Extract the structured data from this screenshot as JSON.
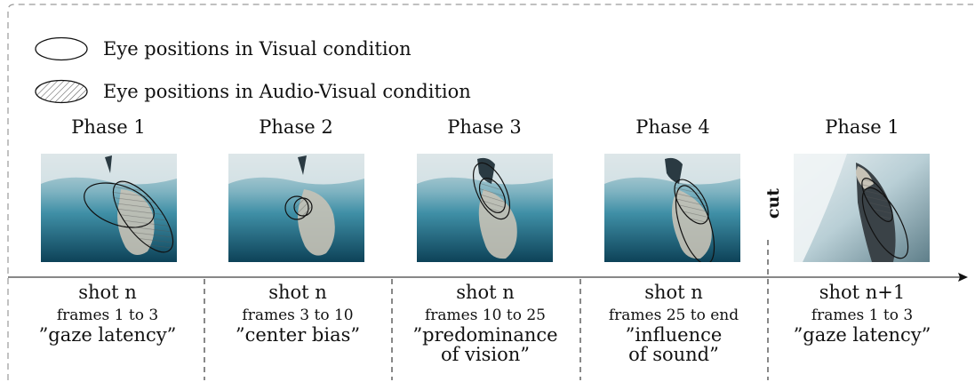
{
  "legend": {
    "visual_label": "Eye positions in Visual condition",
    "audio_visual_label": "Eye positions in Audio-Visual condition"
  },
  "cut_label": "cut",
  "frames": [
    {
      "phase": "Phase 1",
      "shot": "shot n",
      "frames": "frames 1 to 3",
      "desc_lines": [
        "”gaze latency”"
      ]
    },
    {
      "phase": "Phase 2",
      "shot": "shot n",
      "frames": "frames 3 to 10",
      "desc_lines": [
        "”center bias”"
      ]
    },
    {
      "phase": "Phase 3",
      "shot": "shot n",
      "frames": "frames 10 to 25",
      "desc_lines": [
        "”predominance",
        "of vision”"
      ]
    },
    {
      "phase": "Phase 4",
      "shot": "shot n",
      "frames": "frames 25 to end",
      "desc_lines": [
        "”influence",
        "of sound”"
      ]
    },
    {
      "phase": "Phase 1",
      "shot": "shot n+1",
      "frames": "frames 1 to 3",
      "desc_lines": [
        "”gaze latency”"
      ]
    }
  ],
  "colors": {
    "water_top": "#c9d8dc",
    "water_mid": "#3f8fa6",
    "water_deep": "#0d4258",
    "ice_light": "#e7eef0",
    "seal": "#c7c2b6",
    "line": "#111111",
    "dash": "#9a9a9a"
  }
}
